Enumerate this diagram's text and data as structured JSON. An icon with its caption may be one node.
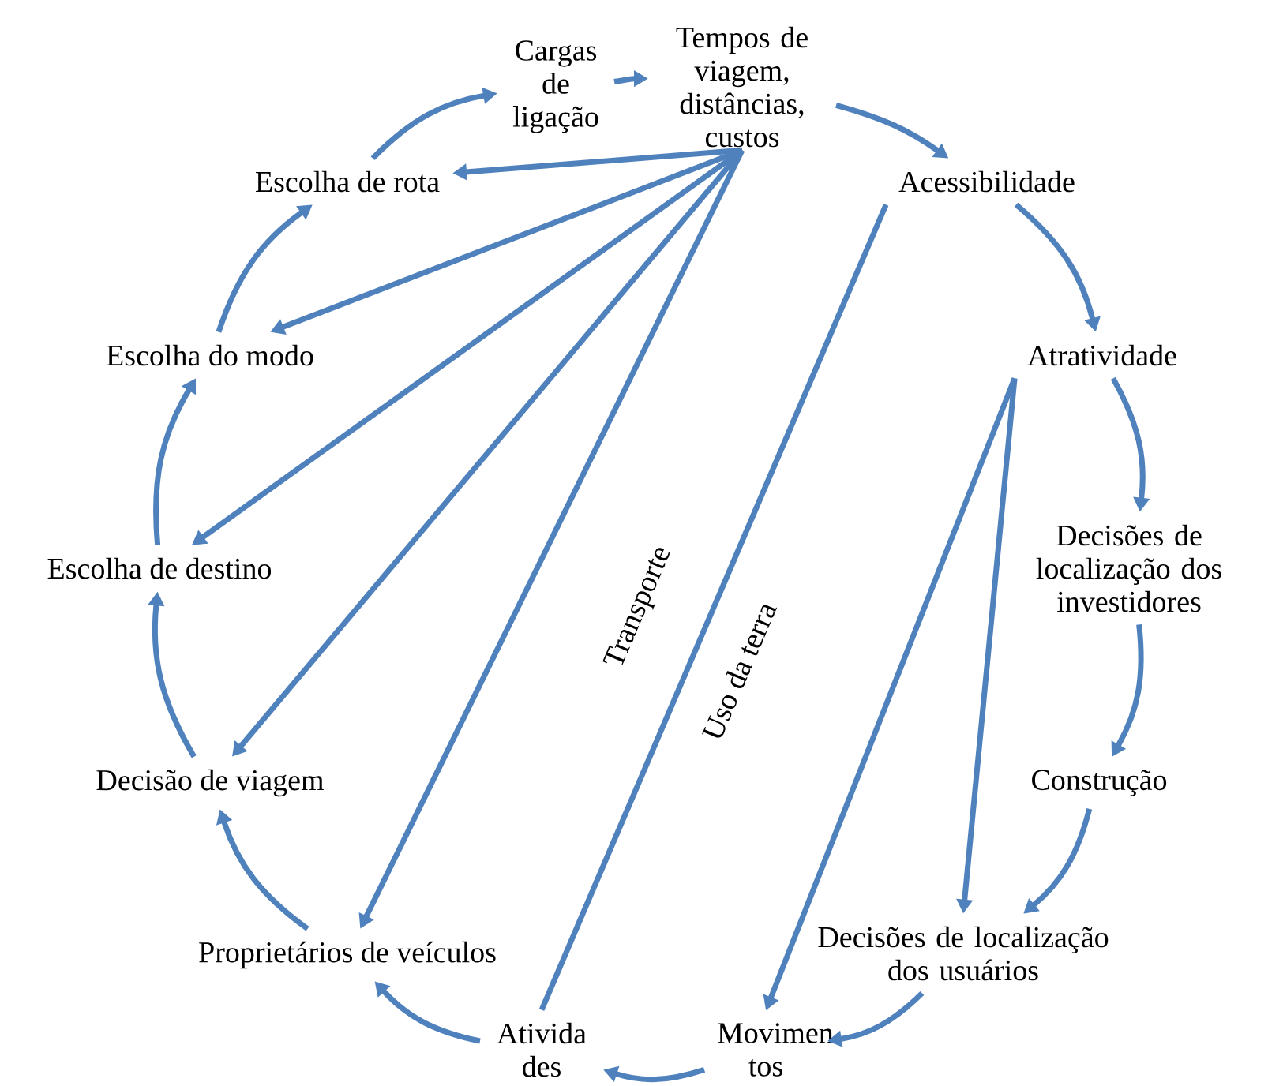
{
  "diagram": {
    "nodes": [
      {
        "text": [
          "Cargas de ligação"
        ]
      },
      {
        "text": [
          "Tempos de viagem, distâncias, custos"
        ]
      },
      {
        "text": [
          "Acessibilidade"
        ]
      },
      {
        "text": [
          "Atratividade"
        ]
      },
      {
        "text": [
          "Decisões de localização dos investidores"
        ]
      },
      {
        "text": [
          "Construção"
        ]
      },
      {
        "text": [
          "Decisões de localização dos usuários"
        ]
      },
      {
        "text": [
          "Movimen tos"
        ]
      },
      {
        "text": [
          "Ativida des"
        ]
      },
      {
        "text": [
          "Proprietários de veículos"
        ]
      },
      {
        "text": [
          "Decisão de viagem"
        ]
      },
      {
        "text": [
          "Escolha de destino"
        ]
      },
      {
        "text": [
          "Escolha do modo"
        ]
      },
      {
        "text": [
          "Escolha de rota"
        ]
      }
    ],
    "edges": [
      {
        "from": 13,
        "to": 0,
        "arrow": "to"
      },
      {
        "from": 0,
        "to": 1,
        "arrow": "to"
      },
      {
        "from": 1,
        "to": 2,
        "arrow": "to"
      },
      {
        "from": 2,
        "to": 3,
        "arrow": "to"
      },
      {
        "from": 3,
        "to": 4,
        "arrow": "to"
      },
      {
        "from": 4,
        "to": 5,
        "arrow": "to"
      },
      {
        "from": 5,
        "to": 6,
        "arrow": "to"
      },
      {
        "from": 6,
        "to": 7,
        "arrow": "to"
      },
      {
        "from": 7,
        "to": 8,
        "arrow": "to"
      },
      {
        "from": 8,
        "to": 9,
        "arrow": "to"
      },
      {
        "from": 9,
        "to": 10,
        "arrow": "to"
      },
      {
        "from": 10,
        "to": 11,
        "arrow": "to"
      },
      {
        "from": 11,
        "to": 12,
        "arrow": "to"
      },
      {
        "from": 12,
        "to": 13,
        "arrow": "to"
      },
      {
        "from": 1,
        "to": 13,
        "arrow": "to"
      },
      {
        "from": 1,
        "to": 12,
        "arrow": "to"
      },
      {
        "from": 1,
        "to": 11,
        "arrow": "to"
      },
      {
        "from": 1,
        "to": 10,
        "arrow": "to"
      },
      {
        "from": 1,
        "to": 9,
        "arrow": "to"
      },
      {
        "from": 8,
        "to": 2,
        "arrow": "none"
      },
      {
        "from": 3,
        "to": 6,
        "arrow": "to"
      },
      {
        "from": 3,
        "to": 7,
        "arrow": "to"
      }
    ],
    "labels": [
      "Transporte",
      "Uso da terra"
    ]
  }
}
